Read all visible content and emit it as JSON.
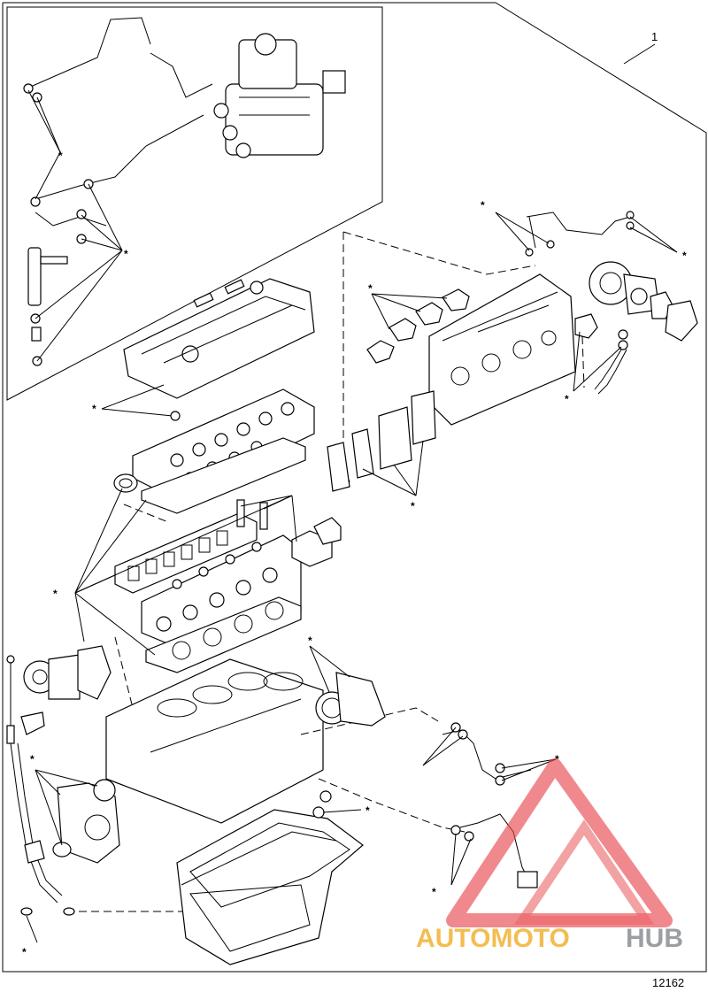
{
  "callout": {
    "number": "1"
  },
  "asterisk": "*",
  "figure_id": "12162",
  "watermark": {
    "part1": "AUTOMOTO",
    "part2": "HUB",
    "color_primary": "#e8474c",
    "color_secondary": "#f2b233",
    "color_tertiary": "#8a8f94"
  }
}
